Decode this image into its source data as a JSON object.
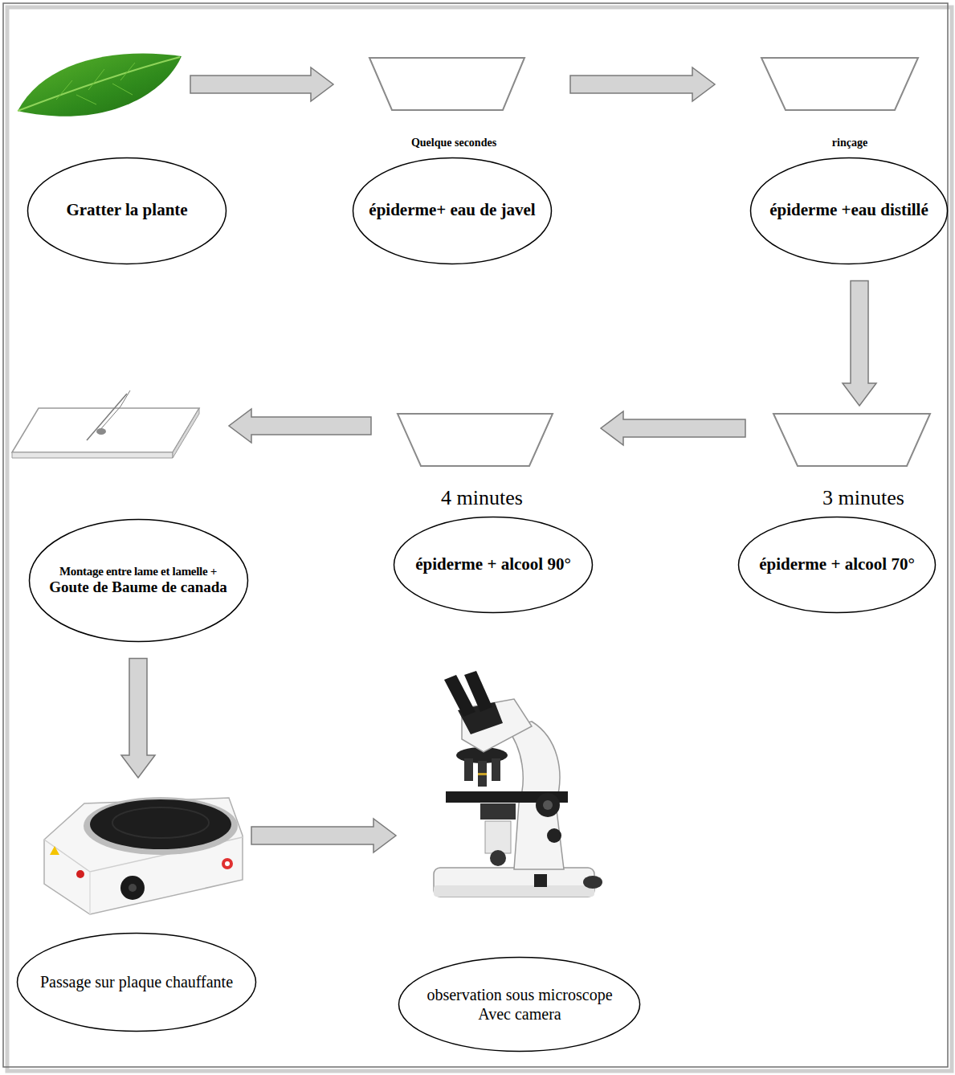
{
  "diagram": {
    "nodes": [
      {
        "text": [
          "Gratter la plante"
        ]
      },
      {
        "text": [
          "épiderme+ eau de javel"
        ]
      },
      {
        "text": [
          "épiderme +eau distillé"
        ]
      },
      {
        "text": [
          "épiderme + alcool 70°"
        ]
      },
      {
        "text": [
          "épiderme + alcool 90°"
        ]
      },
      {
        "text": [
          "Montage entre lame et lamelle +",
          "Goute de Baume de canada"
        ]
      },
      {
        "text": [
          "Passage sur plaque chauffante"
        ]
      },
      {
        "text": [
          "observation sous microscope Avec camera"
        ]
      }
    ],
    "edges": [
      {
        "from": 0,
        "to": 1,
        "arrow": "to"
      },
      {
        "from": 1,
        "to": 2,
        "arrow": "to"
      },
      {
        "from": 2,
        "to": 3,
        "arrow": "to"
      },
      {
        "from": 3,
        "to": 4,
        "arrow": "to"
      },
      {
        "from": 4,
        "to": 5,
        "arrow": "to"
      },
      {
        "from": 5,
        "to": 6,
        "arrow": "to"
      },
      {
        "from": 6,
        "to": 7,
        "arrow": "to"
      }
    ],
    "labels": [
      "Quelque secondes",
      "rinçage",
      "3 minutes",
      "4 minutes"
    ]
  }
}
